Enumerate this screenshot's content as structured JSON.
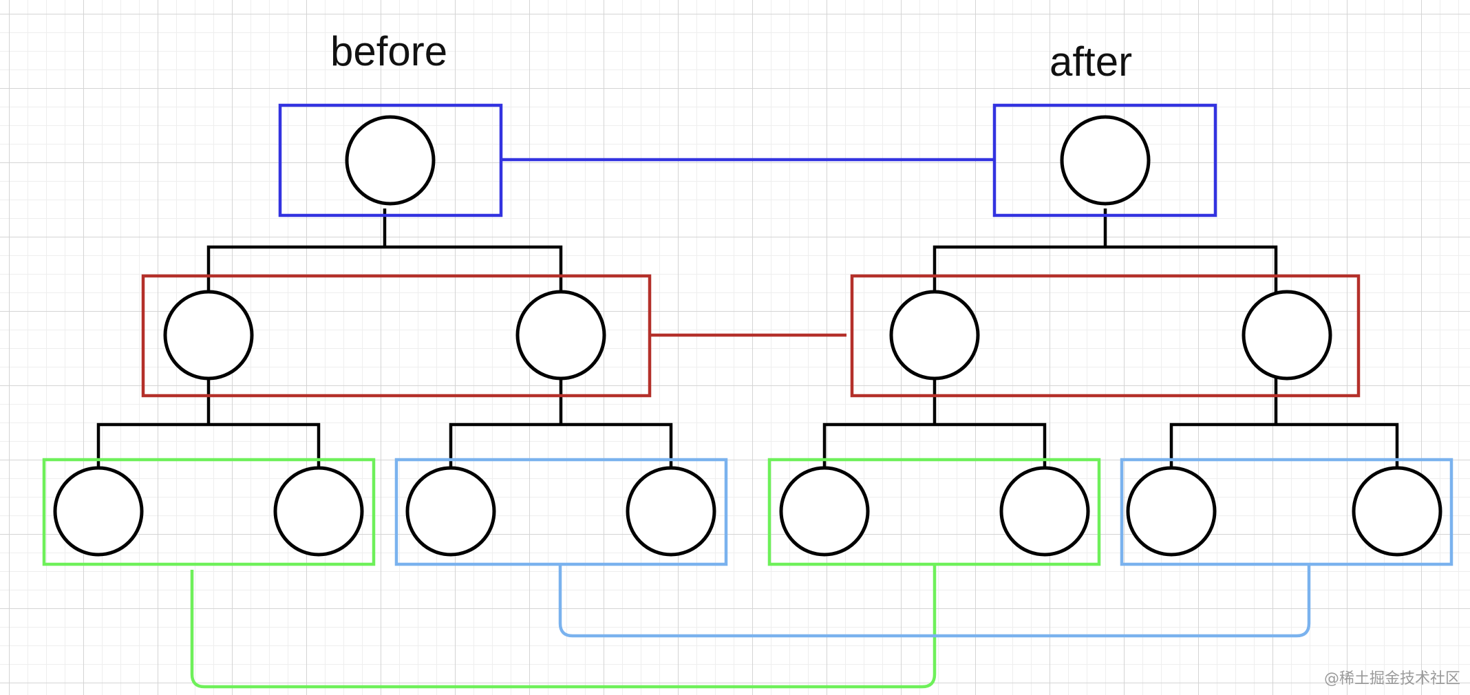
{
  "labels": {
    "before": "before",
    "after": "after"
  },
  "watermark": "@稀土掘金技术社区",
  "colors": {
    "level_root": "#3333e0",
    "level_children": "#b4302a",
    "group_green": "#6ef05a",
    "group_blue": "#7ab2ee",
    "node_stroke": "#000000",
    "background": "#ffffff",
    "grid": "#d4d4d4"
  },
  "trees": [
    {
      "label": "before",
      "root": 1,
      "level2_nodes": 2,
      "level3_groups": [
        "green",
        "blue"
      ],
      "level3_nodes_per_group": 2
    },
    {
      "label": "after",
      "root": 1,
      "level2_nodes": 2,
      "level3_groups": [
        "green",
        "blue"
      ],
      "level3_nodes_per_group": 2
    }
  ],
  "comparisons": [
    {
      "level": "root",
      "color": "blue"
    },
    {
      "level": "children",
      "color": "red"
    },
    {
      "level": "grandchildren-left",
      "color": "green"
    },
    {
      "level": "grandchildren-right",
      "color": "light-blue"
    }
  ]
}
